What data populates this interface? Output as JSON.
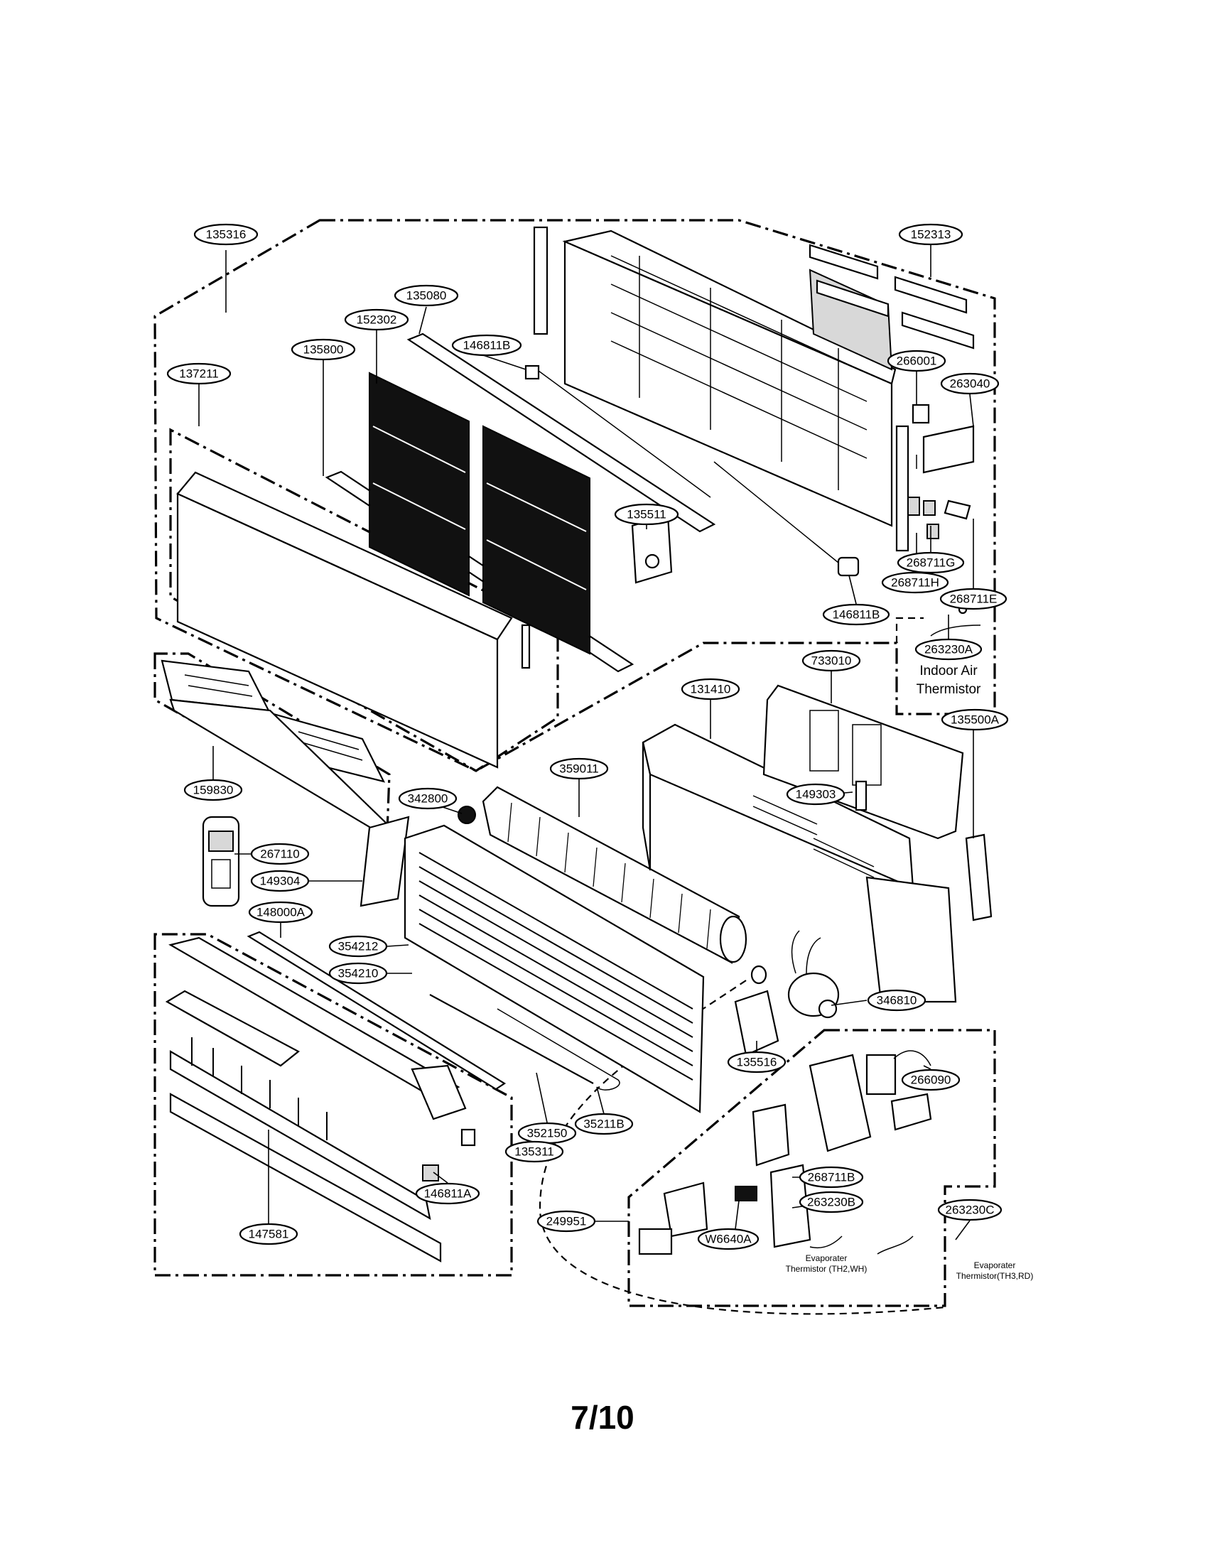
{
  "page_number": "7/10",
  "callouts": [
    {
      "id": "135316",
      "label": "135316"
    },
    {
      "id": "152313",
      "label": "152313"
    },
    {
      "id": "135080",
      "label": "135080"
    },
    {
      "id": "152302",
      "label": "152302"
    },
    {
      "id": "146811B-top",
      "label": "146811B"
    },
    {
      "id": "135800",
      "label": "135800"
    },
    {
      "id": "137211",
      "label": "137211"
    },
    {
      "id": "266001",
      "label": "266001"
    },
    {
      "id": "263040",
      "label": "263040"
    },
    {
      "id": "135511",
      "label": "135511"
    },
    {
      "id": "268711G",
      "label": "268711G"
    },
    {
      "id": "268711H",
      "label": "268711H"
    },
    {
      "id": "268711E",
      "label": "268711E"
    },
    {
      "id": "146811B",
      "label": "146811B"
    },
    {
      "id": "263230A",
      "label": "263230A"
    },
    {
      "id": "733010",
      "label": "733010"
    },
    {
      "id": "131410",
      "label": "131410"
    },
    {
      "id": "135500A",
      "label": "135500A"
    },
    {
      "id": "159830",
      "label": "159830"
    },
    {
      "id": "359011",
      "label": "359011"
    },
    {
      "id": "342800",
      "label": "342800"
    },
    {
      "id": "149303",
      "label": "149303"
    },
    {
      "id": "267110",
      "label": "267110"
    },
    {
      "id": "149304",
      "label": "149304"
    },
    {
      "id": "148000A",
      "label": "148000A"
    },
    {
      "id": "354212",
      "label": "354212"
    },
    {
      "id": "354210",
      "label": "354210"
    },
    {
      "id": "346810",
      "label": "346810"
    },
    {
      "id": "135516",
      "label": "135516"
    },
    {
      "id": "266090",
      "label": "266090"
    },
    {
      "id": "352150",
      "label": "352150"
    },
    {
      "id": "35211B",
      "label": "35211B"
    },
    {
      "id": "135311",
      "label": "135311"
    },
    {
      "id": "268711B",
      "label": "268711B"
    },
    {
      "id": "146811A",
      "label": "146811A"
    },
    {
      "id": "263230B",
      "label": "263230B"
    },
    {
      "id": "263230C",
      "label": "263230C"
    },
    {
      "id": "249951",
      "label": "249951"
    },
    {
      "id": "W6640A",
      "label": "W6640A"
    },
    {
      "id": "147581",
      "label": "147581"
    }
  ],
  "notes": {
    "indoor_air_line1": "Indoor Air",
    "indoor_air_line2": "Thermistor",
    "evap_th2_line1": "Evaporater",
    "evap_th2_line2": "Thermistor (TH2,WH)",
    "evap_th3_line1": "Evaporater",
    "evap_th3_line2": "Thermistor(TH3,RD)"
  }
}
